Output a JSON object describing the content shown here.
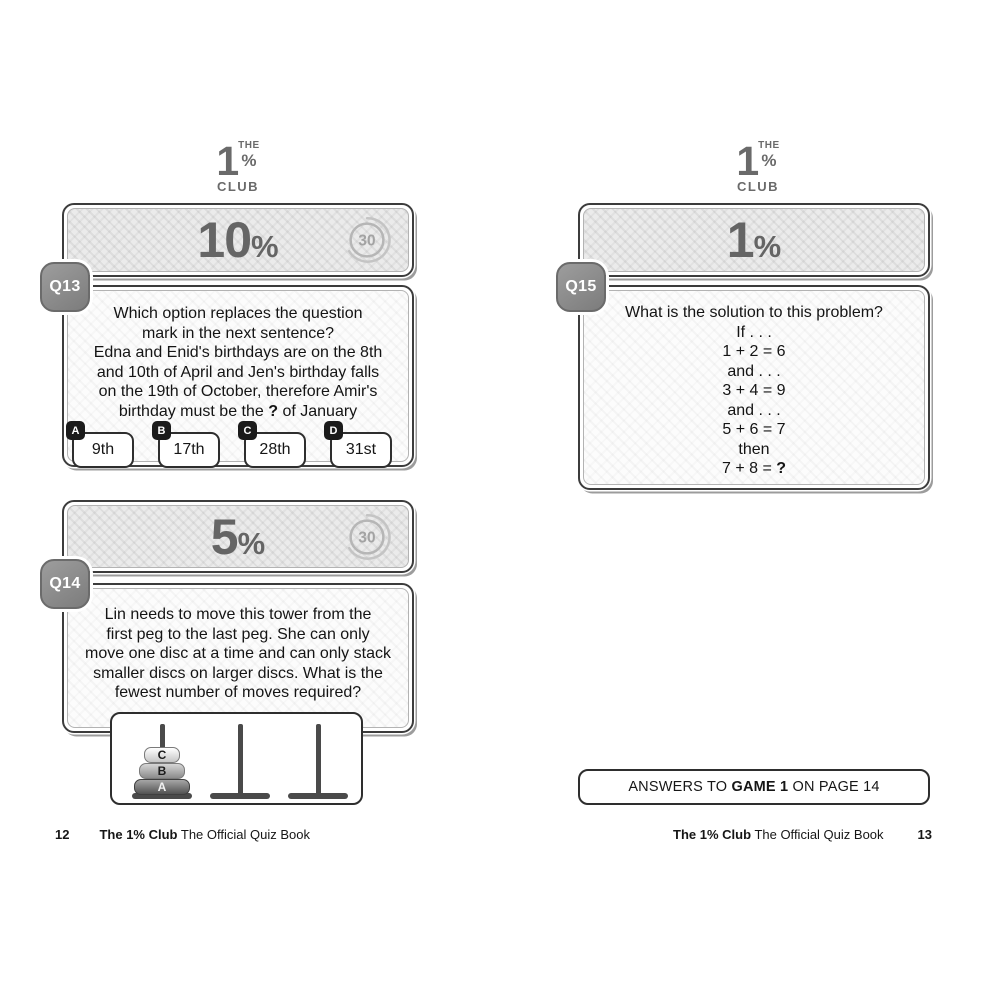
{
  "colors": {
    "card_border": "#3c3c3c",
    "badge_gray": "#8b8b8b",
    "banner_text": "#656565",
    "option_badge_black": "#1b1b1b"
  },
  "brand": {
    "logo": {
      "one": "1",
      "the": "THE",
      "percent": "%",
      "club": "CLUB"
    },
    "footer_bold": "The 1% Club",
    "footer_rest": "The Official Quiz Book"
  },
  "left_page": {
    "page_number": "12",
    "q13": {
      "id": "Q13",
      "percent_value": "10",
      "percent_sign": "%",
      "timer": "30",
      "lines": [
        "Which option replaces the question",
        "mark in the next sentence?",
        "Edna and Enid's birthdays are on the 8th",
        "and 10th of April and Jen's birthday falls",
        "on the 19th of October, therefore Amir's"
      ],
      "last_line_pre": "birthday must be the ",
      "last_line_bold": "?",
      "last_line_post": " of January",
      "options": [
        {
          "letter": "A",
          "label": "9th"
        },
        {
          "letter": "B",
          "label": "17th"
        },
        {
          "letter": "C",
          "label": "28th"
        },
        {
          "letter": "D",
          "label": "31st"
        }
      ]
    },
    "q14": {
      "id": "Q14",
      "percent_value": "5",
      "percent_sign": "%",
      "timer": "30",
      "lines": [
        "Lin needs to move this tower from the",
        "first peg to the last peg. She can only",
        "move one disc at a time and can only stack",
        "smaller discs on larger discs. What is the",
        "fewest number of moves required?"
      ],
      "discs": {
        "top": "C",
        "middle": "B",
        "bottom": "A"
      }
    }
  },
  "right_page": {
    "page_number": "13",
    "q15": {
      "id": "Q15",
      "percent_value": "1",
      "percent_sign": "%",
      "lines": [
        "What is the solution to this problem?",
        "If . . .",
        "1 + 2 = 6",
        "and . . .",
        "3 + 4 = 9",
        "and . . .",
        "5 + 6 = 7",
        "then"
      ],
      "last_line_pre": "7 + 8 = ",
      "last_line_bold": "?"
    },
    "answers_note": {
      "pre": "ANSWERS TO ",
      "bold": "GAME 1",
      "post": " ON PAGE 14"
    }
  }
}
